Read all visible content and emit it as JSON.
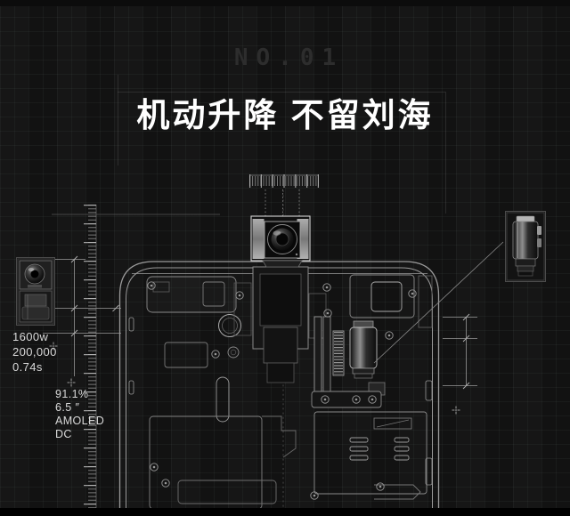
{
  "colors": {
    "background": "#121212",
    "badge_text": "#2d2d2d",
    "title_text": "#ffffff",
    "spec_text": "#d9d9d9",
    "blueprint_line": "#9a9a9a"
  },
  "header": {
    "badge": "NO.01",
    "title": "机动升降 不留刘海"
  },
  "annotations": {
    "camera_specs": [
      "1600w",
      "200,000",
      "0.74s"
    ],
    "display_specs": [
      "91.1%",
      "6.5 ″",
      "AMOLED",
      "DC"
    ]
  },
  "icons": {
    "left_photo": "popup-camera-module",
    "right_photo": "lift-motor"
  }
}
